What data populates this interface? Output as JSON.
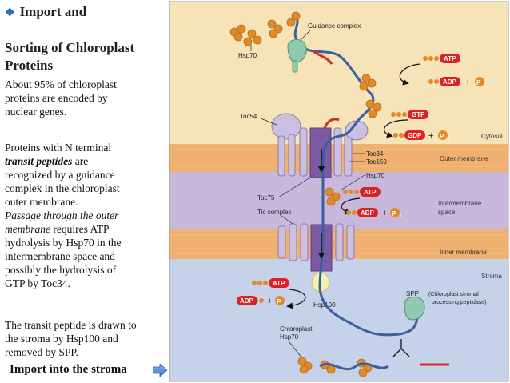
{
  "slide": {
    "title_line1": "Import and",
    "title_line2": "Sorting of Chloroplast",
    "title_line3": "Proteins",
    "para1": [
      "About 95% of chloroplast",
      "proteins  are encoded by",
      "nuclear genes."
    ],
    "para2": {
      "l1": "Proteins with N terminal",
      "l2_italic": "transit peptides",
      "l2_rest": " are",
      "l3": "recognized by a guidance",
      "l4": "complex in the chloroplast",
      "l5": "outer membrane.",
      "l6_italic": "Passage through the outer",
      "l7_italic": "membrane",
      "l7_rest": " requires ATP",
      "l8": "hydrolysis by Hsp70 in the",
      "l9": "intermembrane space and",
      "l10": "possibly the hydrolysis of",
      "l11": "GTP by Toc34."
    },
    "para3": [
      "The transit peptide is drawn to",
      "the stroma by Hsp100 and",
      "removed by SPP."
    ],
    "footer": "Import into the stroma"
  },
  "diagram": {
    "labels": {
      "guidance_complex": "Guidance complex",
      "hsp70_top": "Hsp70",
      "toc54": "Toc54",
      "cytosol": "Cytosol",
      "toc34": "Toc34",
      "toc159": "Toc159",
      "outer_membrane": "Outer membrane",
      "hsp70_mid": "Hsp70",
      "intermembrane": "Intermembrane",
      "space": "space",
      "toc75": "Toc75",
      "tic_complex": "Tic complex",
      "inner_membrane": "Inner membrane",
      "stroma": "Stroma",
      "hsp100": "Hsp100",
      "spp": "SPP",
      "spp_full_1": "(Chloroplast stromal",
      "spp_full_2": "processing peptidase)",
      "chloroplast": "Chloroplast",
      "hsp70_bottom": "Hsp70",
      "atp": "ATP",
      "adp": "ADP",
      "gtp": "GTP",
      "gdp": "GDP",
      "plus": "+",
      "pi": "P",
      "pi_sub": "i"
    },
    "colors": {
      "cytosol_bg": "#f6e4b8",
      "membrane_band": "#f0b070",
      "intermembrane_bg": "#c8b8dc",
      "stroma_bg": "#c5d2ea",
      "receptor": "#ccc0e0",
      "pore_purple": "#7a5aa0",
      "protein_chain": "#3a5f9c",
      "transit_peptide": "#d42a2a",
      "nucleotide_red": "#e02020",
      "bead_orange": "#e08a2a",
      "guidance": "#8ec9b0",
      "hsp100": "#f5efb0"
    }
  }
}
